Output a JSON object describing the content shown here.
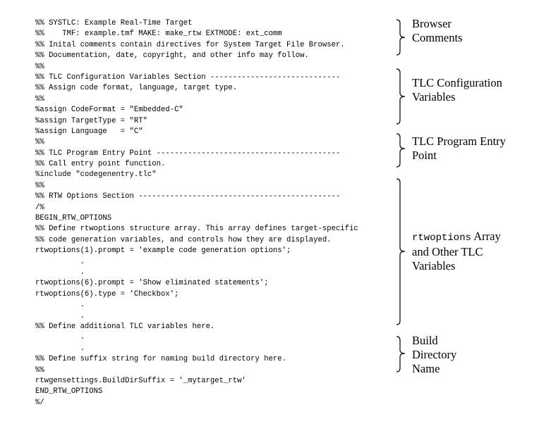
{
  "code_lines": [
    "%% SYSTLC: Example Real-Time Target",
    "%%    TMF: example.tmf MAKE: make_rtw EXTMODE: ext_comm",
    "%% Inital comments contain directives for System Target File Browser.",
    "%% Documentation, date, copyright, and other info may follow.",
    "%%",
    "%% TLC Configuration Variables Section -----------------------------",
    "%% Assign code format, language, target type.",
    "%%",
    "%assign CodeFormat = \"Embedded-C\"",
    "%assign TargetType = \"RT\"",
    "%assign Language   = \"C\"",
    "%%",
    "%% TLC Program Entry Point -----------------------------------------",
    "%% Call entry point function.",
    "%include \"codegenentry.tlc\"",
    "%%",
    "%% RTW Options Section ---------------------------------------------",
    "/%",
    "BEGIN_RTW_OPTIONS",
    "%% Define rtwoptions structure array. This array defines target-specific",
    "%% code generation variables, and controls how they are displayed.",
    "rtwoptions(1).prompt = 'example code generation options';",
    "          .",
    "          .",
    "rtwoptions(6).prompt = 'Show eliminated statements';",
    "rtwoptions(6).type = 'Checkbox';",
    "          .",
    "          .",
    "%% Define additional TLC variables here.",
    "          .",
    "          .",
    "%% Define suffix string for naming build directory here.",
    "%%",
    "rtwgensettings.BuildDirSuffix = '_mytarget_rtw'",
    "END_RTW_OPTIONS",
    "%/"
  ],
  "annotations": {
    "browser_comments": [
      "Browser",
      "Comments"
    ],
    "tlc_config": [
      "TLC Configuration",
      "Variables"
    ],
    "entry_point": [
      "TLC Program Entry",
      "Point"
    ],
    "rtwoptions": {
      "mono": "rtwoptions",
      "line1_rest": " Array",
      "line2": "and Other TLC",
      "line3": "Variables"
    },
    "build_dir": [
      "Build",
      "Directory",
      "Name"
    ]
  }
}
